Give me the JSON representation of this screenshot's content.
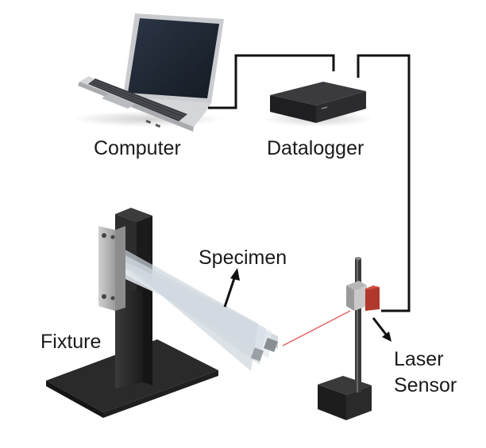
{
  "labels": {
    "computer": "Computer",
    "datalogger": "Datalogger",
    "specimen": "Specimen",
    "fixture": "Fixture",
    "laser_line1": "Laser",
    "laser_line2": "Sensor"
  },
  "colors": {
    "cable": "#111111",
    "laser_beam": "#e05050",
    "sensor_red": "#c0392b",
    "fixture_dark": "#2a2a2a",
    "clamp_plate": "#b5b5b5",
    "laptop_body": "#cfd1d4",
    "screen": "#1c2430",
    "datalogger_body": "#2e2e30",
    "specimen_strip": "#dde3ea"
  }
}
